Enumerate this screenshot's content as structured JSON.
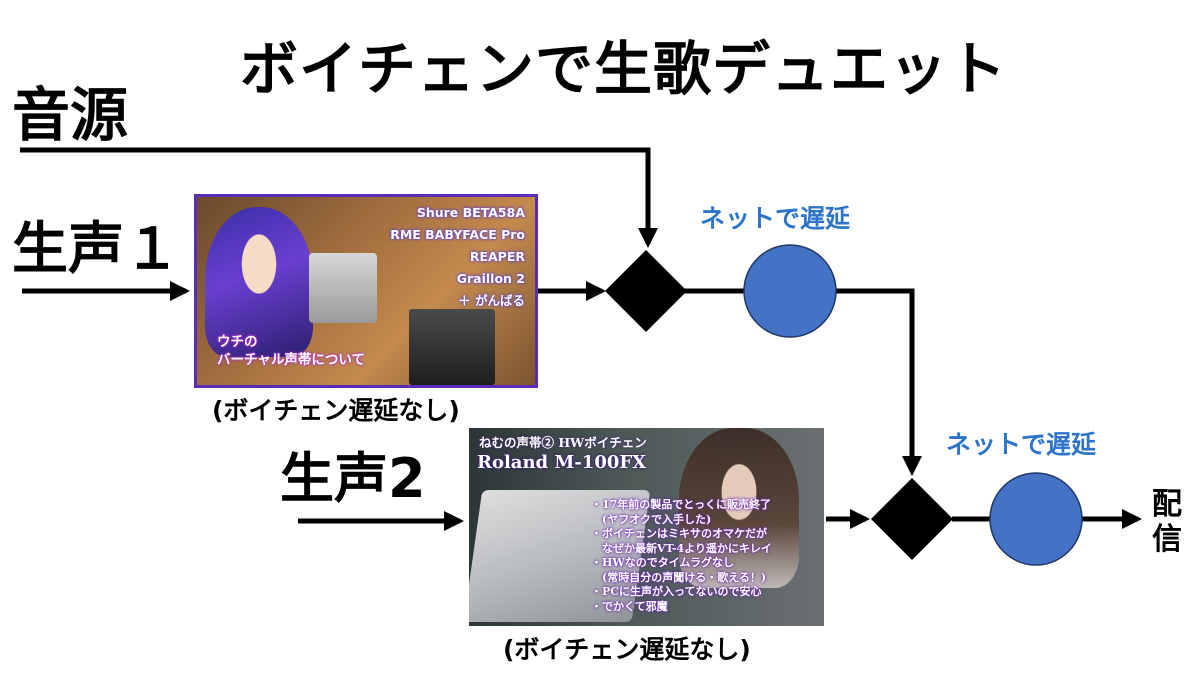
{
  "title": "ボイチェンで生歌デュエット",
  "source_label": "音源",
  "voice1_label": "生声１",
  "voice2_label": "生声2",
  "network_delay_label_1": "ネットで遅延",
  "network_delay_label_2": "ネットで遅延",
  "caption_1": "(ボイチェン遅延なし)",
  "caption_2": "(ボイチェン遅延なし)",
  "output_label": "配信",
  "colors": {
    "delay_node": "#4472c4",
    "delay_text": "#2e75c9",
    "thumb1_border": "#5b2db6"
  },
  "thumb1": {
    "specs": [
      "Shure BETA58A",
      "RME BABYFACE Pro",
      "REAPER",
      "Graillon 2",
      "＋ がんばる"
    ],
    "overlay_line1": "ウチの",
    "overlay_line2": "バーチャル声帯について"
  },
  "thumb2": {
    "title": "ねむの声帯② HWボイチェン",
    "model": "Roland M-100FX",
    "bullets": [
      "・17年前の製品でとっくに販売終了",
      "　(ヤフオクで入手した)",
      "・ボイチェンはミキサのオマケだが",
      "　なぜか最新VT-4より遥かにキレイ",
      "・HWなのでタイムラグなし",
      "　(常時自分の声聞ける・歌える！)",
      "・PCに生声が入ってないので安心",
      "・でかくて邪魔"
    ]
  }
}
